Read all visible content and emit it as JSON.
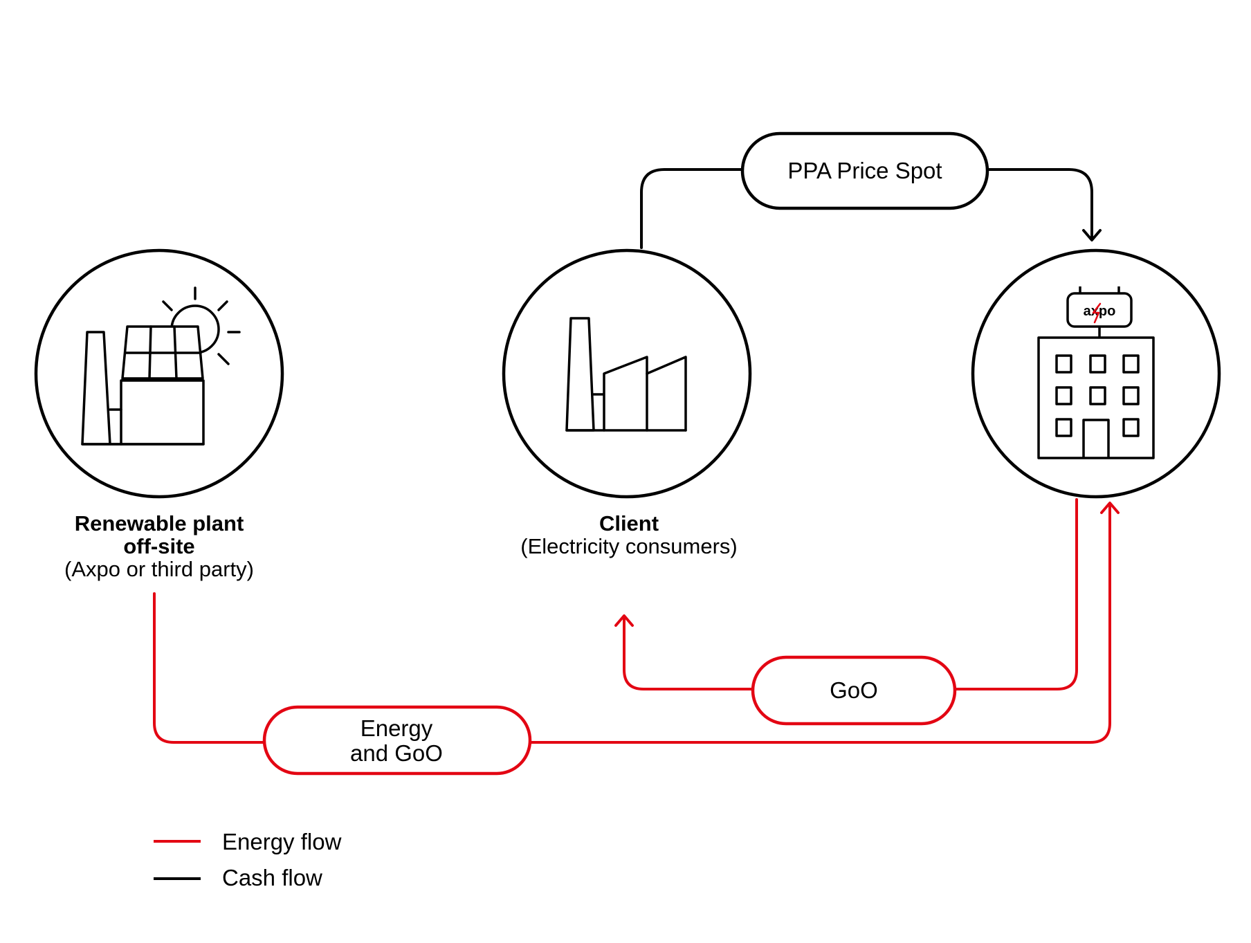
{
  "colors": {
    "energy_flow": "#e30613",
    "cash_flow": "#000000",
    "background": "#ffffff"
  },
  "nodes": {
    "plant": {
      "title_line1": "Renewable plant",
      "title_line2": "off-site",
      "subtitle": "(Axpo or third party)",
      "icon": "solar-factory-icon"
    },
    "client": {
      "title": "Client",
      "subtitle": "(Electricity consumers)",
      "icon": "factory-icon"
    },
    "axpo": {
      "logo_text": "axpo",
      "icon": "office-building-icon"
    }
  },
  "flows": {
    "ppa_price": "PPA Price Spot",
    "goo": "GoO",
    "energy_goo_line1": "Energy",
    "energy_goo_line2": "and GoO"
  },
  "legend": {
    "energy_flow": "Energy flow",
    "cash_flow": "Cash flow"
  }
}
